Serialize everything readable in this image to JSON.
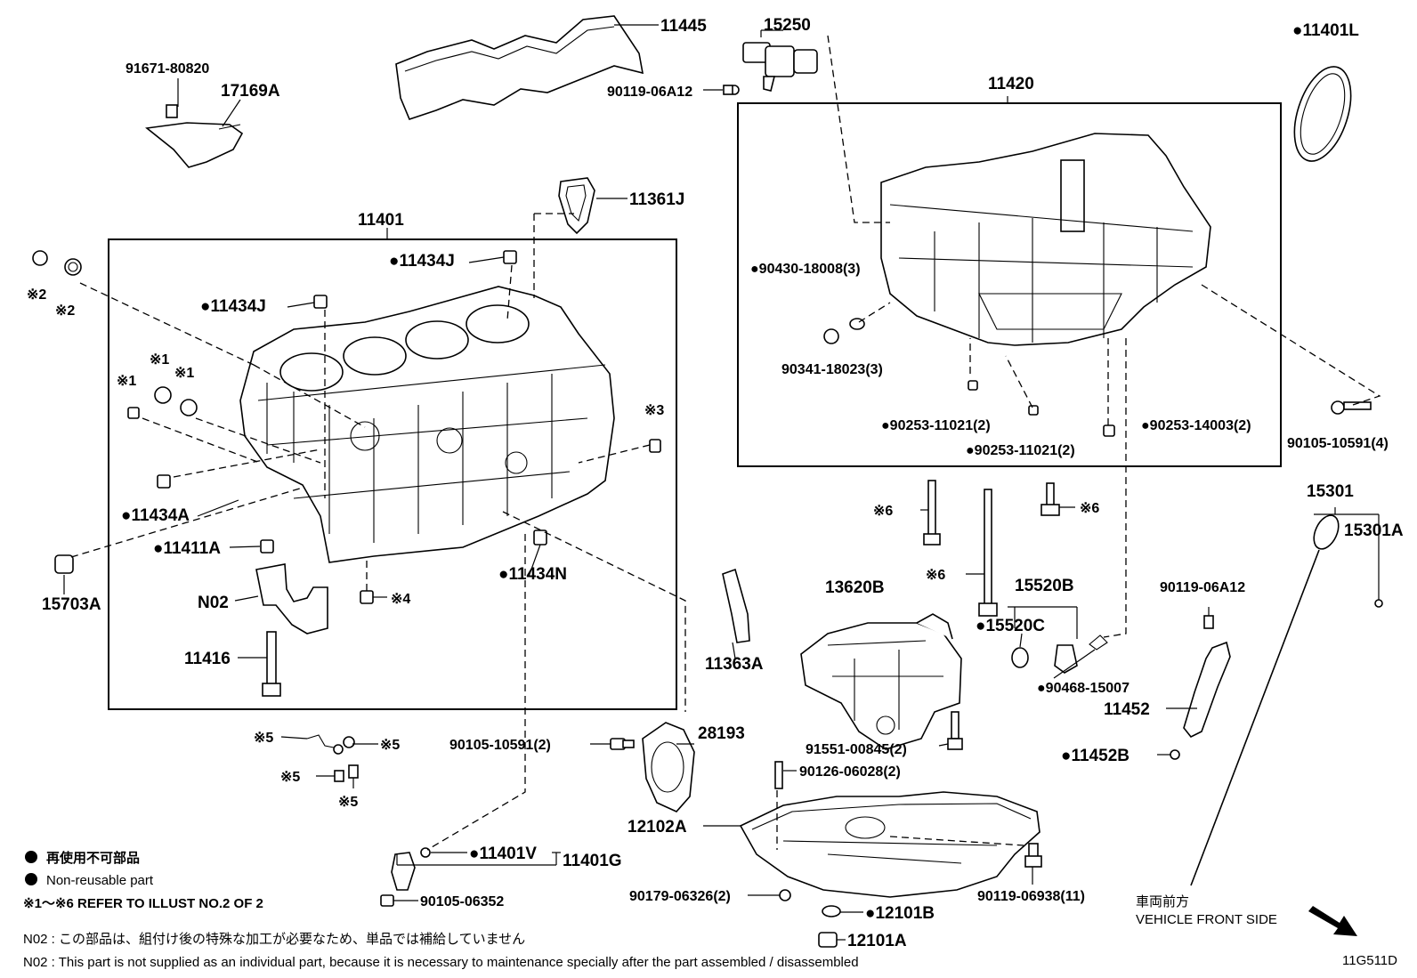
{
  "labels": {
    "p11445": "11445",
    "p15250": "15250",
    "p11401L": "●11401L",
    "p91671_80820": "91671-80820",
    "p17169A": "17169A",
    "p90119_06A12_top": "90119-06A12",
    "p11420": "11420",
    "p11361J": "11361J",
    "p11401": "11401",
    "p11434J_a": "●11434J",
    "p11434J_b": "●11434J",
    "p90430": "●90430-18008(3)",
    "p90341": "90341-18023(3)",
    "p90253_11021_a": "●90253-11021(2)",
    "p90253_14003": "●90253-14003(2)",
    "p90253_11021_b": "●90253-11021(2)",
    "p90105_10591_4": "90105-10591(4)",
    "m2a": "※2",
    "m2b": "※2",
    "m1a": "※1",
    "m1b": "※1",
    "m1c": "※1",
    "m3": "※3",
    "p11434A": "●11434A",
    "p11411A": "●11411A",
    "p11434N": "●11434N",
    "p15703A": "15703A",
    "pN02": "N02",
    "m4": "※4",
    "p11416": "11416",
    "p11363A": "11363A",
    "m6a": "※6",
    "m6b": "※6",
    "m6c": "※6",
    "p13620B": "13620B",
    "p15520B": "15520B",
    "p15520C": "●15520C",
    "p90468": "●90468-15007",
    "p15301": "15301",
    "p15301A": "15301A",
    "p90119_06A12_right": "90119-06A12",
    "p11452": "11452",
    "p11452B": "●11452B",
    "m5a": "※5",
    "m5b": "※5",
    "m5c": "※5",
    "m5d": "※5",
    "p90105_10591_2": "90105-10591(2)",
    "p28193": "28193",
    "p91551": "91551-00845(2)",
    "p90126": "90126-06028(2)",
    "p12102A": "12102A",
    "p11401V": "●11401V",
    "p11401G": "11401G",
    "p90105_06352": "90105-06352",
    "p90179": "90179-06326(2)",
    "p90119_06938": "90119-06938(11)",
    "p12101B": "●12101B",
    "p12101A": "12101A"
  },
  "legend": {
    "jp": "再使用不可部品",
    "en": "Non-reusable part",
    "refer": "※1～※6  REFER TO ILLUST NO.2 OF 2"
  },
  "notes": {
    "jp": "N02 : この部品は、組付け後の特殊な加工が必要なため、単品では補給していません",
    "en": "N02 : This part is not supplied as an individual part, because it is necessary to maintenance specially after the part assembled / disassembled"
  },
  "direction": {
    "jp": "車両前方",
    "en": "VEHICLE FRONT SIDE"
  },
  "code": "11G511D"
}
